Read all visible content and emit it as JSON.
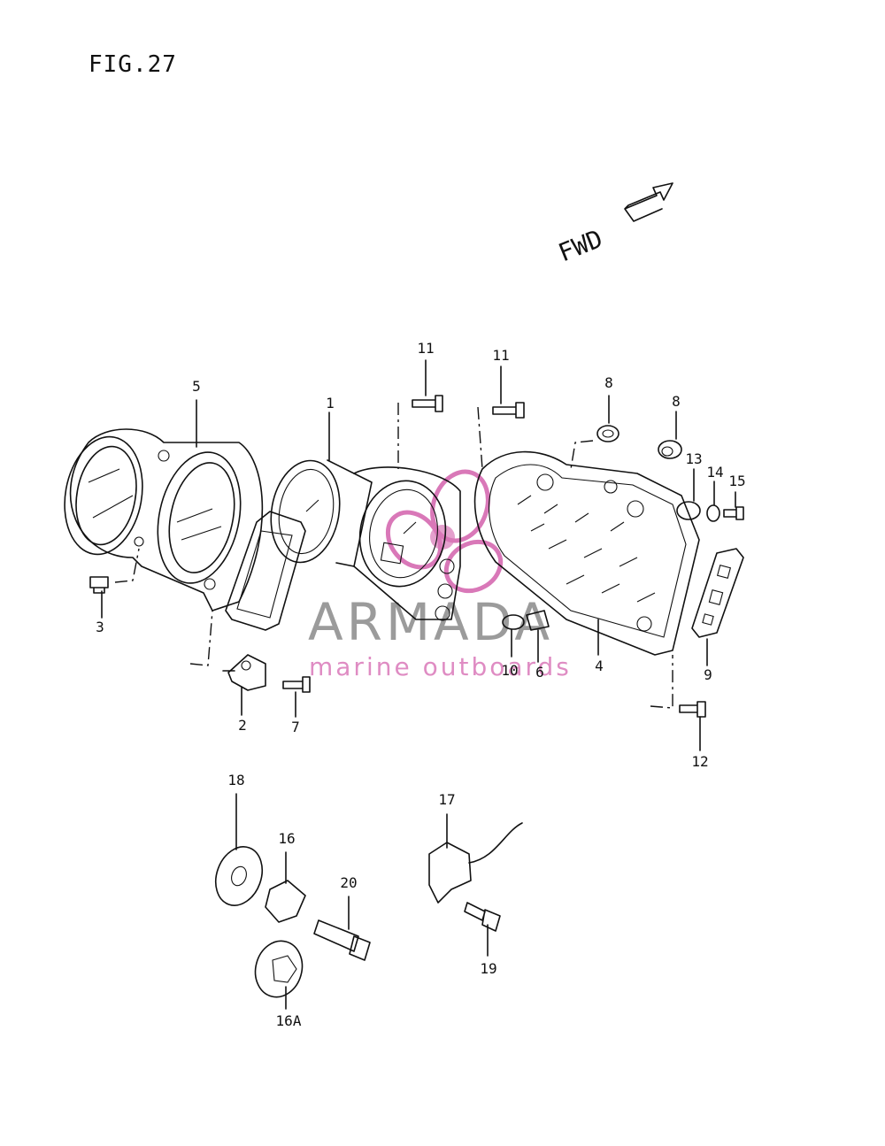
{
  "figure": {
    "title": "FIG.27"
  },
  "direction": {
    "label": "FWD"
  },
  "watermark": {
    "brand": "ARMADA",
    "tagline": "marine outboards",
    "accent_color": "#d978b8",
    "text_color": "#8a8a8a"
  },
  "callouts": {
    "p1": "1",
    "p2": "2",
    "p3": "3",
    "p4": "4",
    "p5": "5",
    "p6": "6",
    "p7": "7",
    "p8a": "8",
    "p8b": "8",
    "p9": "9",
    "p10": "10",
    "p11a": "11",
    "p11b": "11",
    "p12": "12",
    "p13": "13",
    "p14": "14",
    "p15": "15",
    "p16": "16",
    "p16a": "16A",
    "p17": "17",
    "p18": "18",
    "p19": "19",
    "p20": "20"
  }
}
